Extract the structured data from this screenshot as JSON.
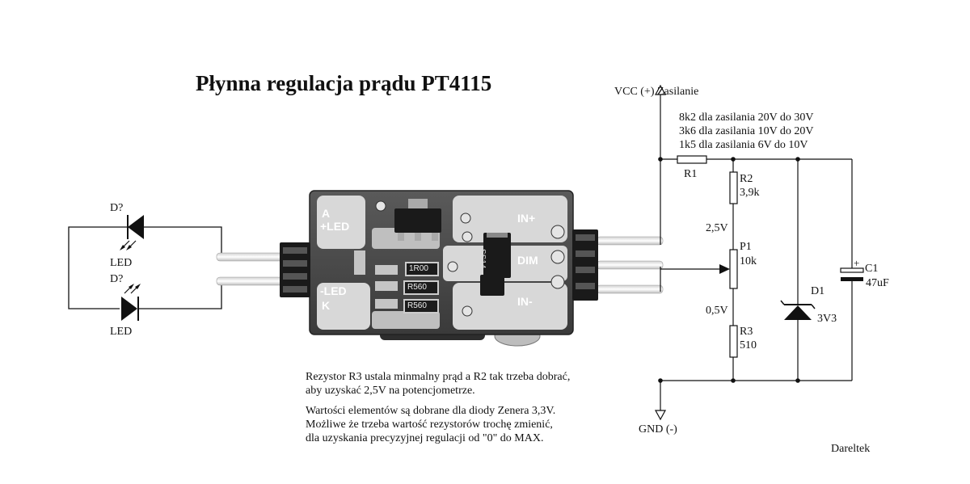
{
  "title": "Płynna regulacja prądu PT4115",
  "leds": {
    "top": {
      "designator": "D?",
      "label": "LED"
    },
    "bottom": {
      "designator": "D?",
      "label": "LED"
    }
  },
  "board": {
    "pads": {
      "a": "A",
      "plus_led": "+LED",
      "minus_led": "-LED",
      "k": "K",
      "in_plus": "IN+",
      "dim": "DIM",
      "in_minus": "IN-"
    },
    "resistors": [
      "1R00",
      "R560",
      "R560"
    ],
    "diode": "SS14"
  },
  "schematic": {
    "vcc": "VCC (+) Zasilanie",
    "gnd": "GND (-)",
    "r1_options": [
      "8k2 dla zasilania 20V do 30V",
      "3k6  dla zasilania 10V do 20V",
      "1k5  dla zasilania 6V do 10V"
    ],
    "r1": "R1",
    "r2": {
      "name": "R2",
      "value": "3,9k"
    },
    "v_top": "2,5V",
    "p1": {
      "name": "P1",
      "value": "10k"
    },
    "v_bottom": "0,5V",
    "r3": {
      "name": "R3",
      "value": "510"
    },
    "d1": {
      "name": "D1",
      "value": "3V3"
    },
    "c1": {
      "name": "C1",
      "value": "47uF",
      "polarity": "+"
    }
  },
  "notes": {
    "p1_line1": "Rezystor R3 ustala minmalny prąd a R2 tak trzeba dobrać,",
    "p1_line2": "aby uzyskać 2,5V na potencjometrze.",
    "p2_line1": "Wartości elementów są dobrane dla diody Zenera 3,3V.",
    "p2_line2": "Możliwe że trzeba wartość rezystorów trochę zmienić,",
    "p2_line3": "dla uzyskania precyzyjnej regulacji od \"0\" do MAX."
  },
  "author": "Dareltek"
}
